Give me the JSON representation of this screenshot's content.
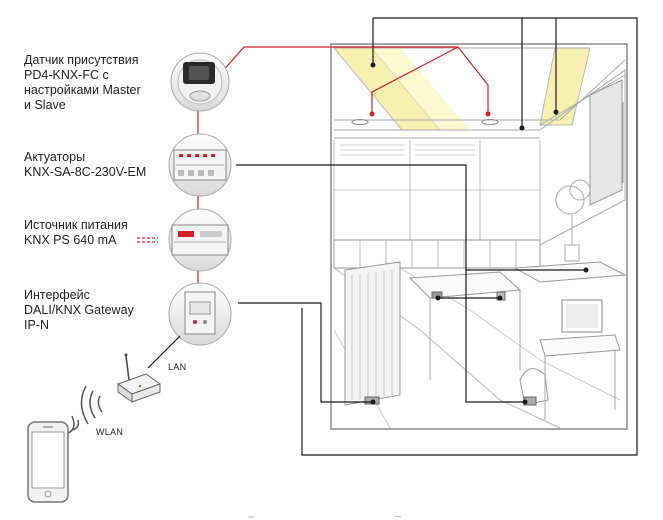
{
  "devices": [
    {
      "id": "presence-sensor",
      "label": "Датчик присутствия\nPD4-KNX-FC с\nнастройками Master\nи Slave"
    },
    {
      "id": "actuator",
      "label": "Актуаторы\nKNX-SA-8C-230V-EM"
    },
    {
      "id": "power-supply",
      "label": "Источник питания\nKNX PS 640 mA"
    },
    {
      "id": "gateway",
      "label": "Интерфейс\nDALI/KNX Gateway\nIP-N"
    }
  ],
  "network": {
    "lan_label": "LAN",
    "wlan_label": "WLAN"
  },
  "colors": {
    "bus": "#d61f26",
    "dali": "#1a1a1a",
    "light": "#fbf2a0",
    "line_art": "#9a9a9a"
  },
  "icons": [
    "presence-sensor-icon",
    "actuator-icon",
    "power-supply-icon",
    "gateway-icon",
    "router-icon",
    "wifi-waves-icon",
    "smartphone-icon"
  ]
}
